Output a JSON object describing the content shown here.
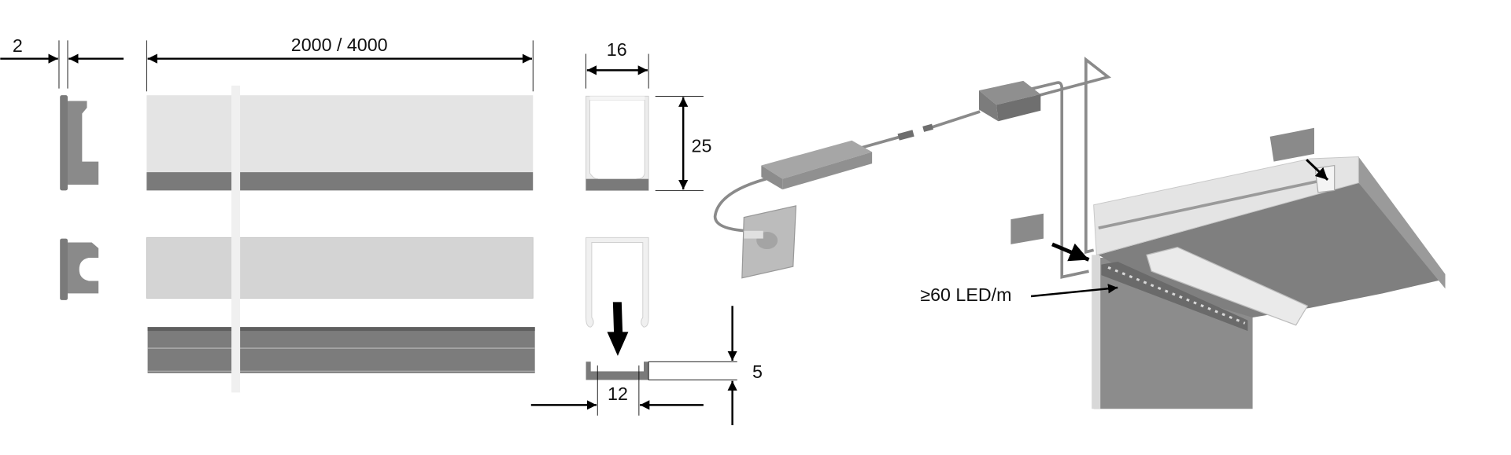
{
  "dimensions": {
    "endcap_thickness": "2",
    "length": "2000 / 4000",
    "profile_width": "16",
    "profile_height": "25",
    "inner_width": "12",
    "base_height": "5"
  },
  "annotations": {
    "led_density": "≥60 LED/m"
  },
  "colors": {
    "light_part": "#e4e4e4",
    "diffuser": "#d4d4d4",
    "dark_part": "#7a7a7a",
    "cabinet": "#8c8c8c"
  }
}
